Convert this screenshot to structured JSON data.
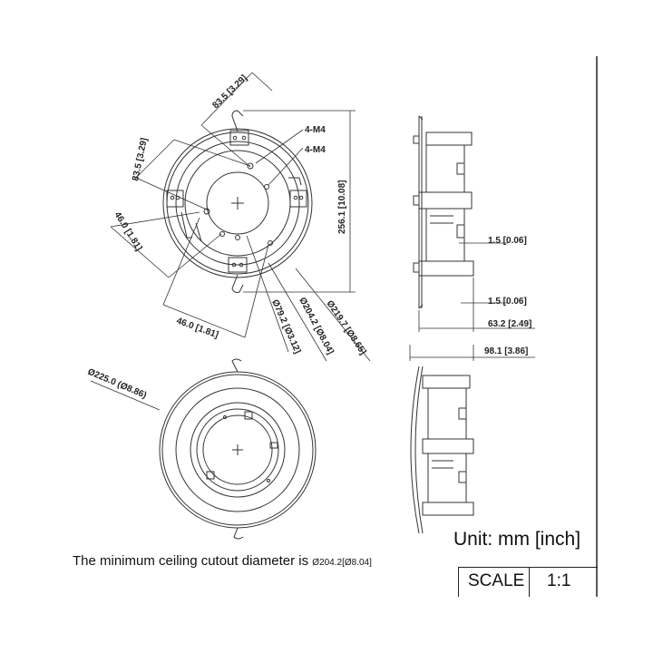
{
  "top_view": {
    "dims": {
      "d1": "83.5 [3.29]",
      "d2": "83.5 [3.29]",
      "d3": "46.0 [1.81]",
      "d4": "46.0 [1.81]",
      "screw_top": "4-M4",
      "screw_bottom": "4-M4",
      "height": "256.1 [10.08]",
      "dia_small": "Ø79.2 [Ø3.12]",
      "dia_mid": "Ø204.2 [Ø8.04]",
      "dia_large": "Ø219.7 [Ø8.65]"
    }
  },
  "side_view": {
    "dims": {
      "t1": "1.5 [0.06]",
      "t2": "1.5 [0.06]",
      "depth": "63.2 [2.49]",
      "total": "98.1 [3.86]"
    }
  },
  "bottom_view": {
    "dims": {
      "outer": "Ø225.0 (Ø8.86)"
    }
  },
  "note": {
    "text": "The minimum ceiling cutout diameter is ",
    "value": "Ø204.2[Ø8.04]"
  },
  "unit_label": "Unit: mm [inch]",
  "scale": {
    "label": "SCALE",
    "value": "1:1"
  }
}
